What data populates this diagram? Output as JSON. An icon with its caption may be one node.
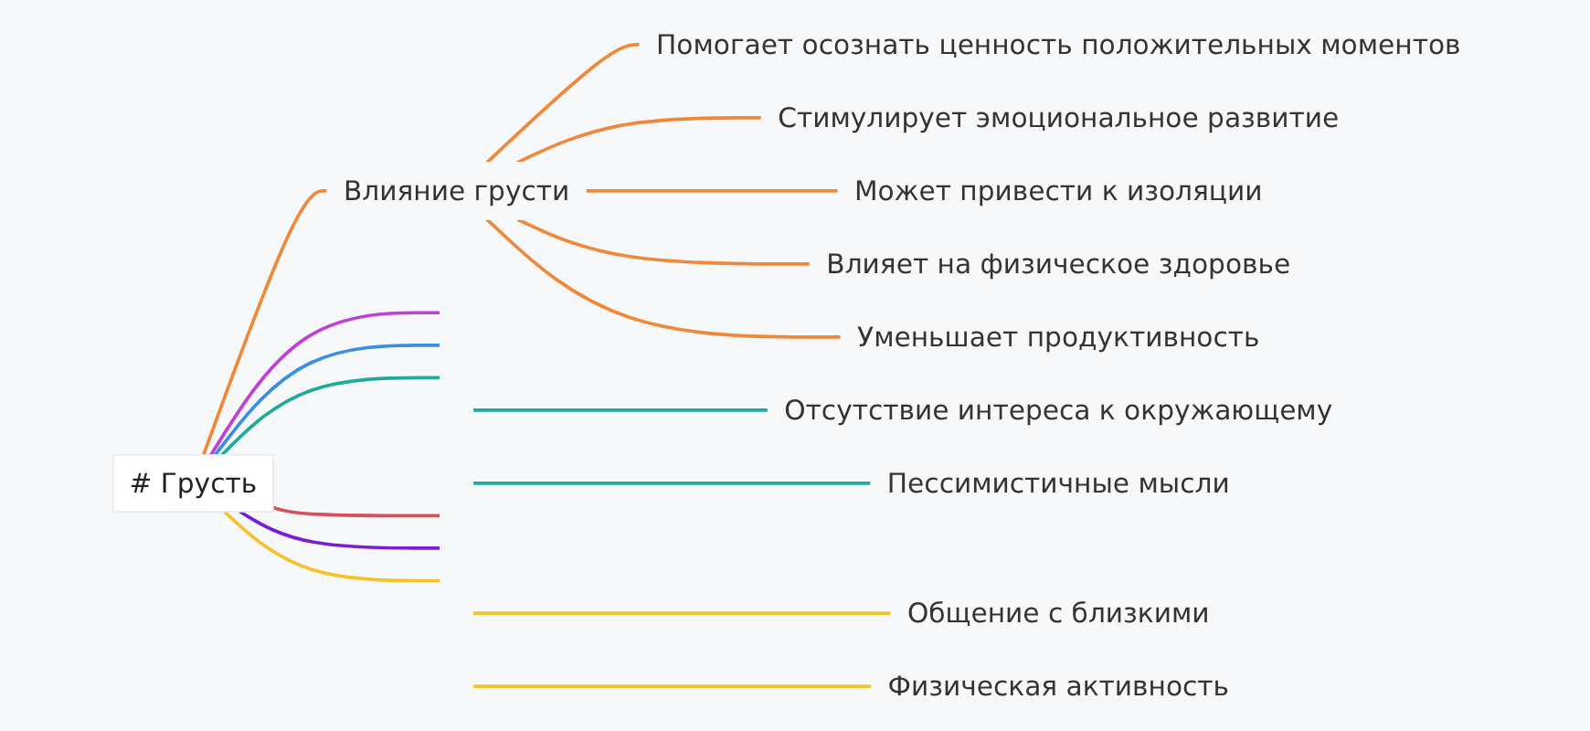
{
  "diagram": {
    "nodes": [
      {
        "text": [
          "# Грусть"
        ]
      },
      {
        "text": [
          "Влияние грусти"
        ]
      },
      {
        "text": [
          "Помогает осознать ценность положительных моментов"
        ]
      },
      {
        "text": [
          "Стимулирует эмоциональное развитие"
        ]
      },
      {
        "text": [
          "Может привести к изоляции"
        ]
      },
      {
        "text": [
          "Влияет на физическое здоровье"
        ]
      },
      {
        "text": [
          "Уменьшает продуктивность"
        ]
      },
      {
        "text": [
          "Отсутствие интереса к окружающему"
        ]
      },
      {
        "text": [
          "Пессимистичные мысли"
        ]
      },
      {
        "text": [
          "Общение с близкими"
        ]
      },
      {
        "text": [
          "Физическая активность"
        ]
      }
    ],
    "edges": [
      {
        "from": 0,
        "to": 1,
        "arrow": "none"
      },
      {
        "from": 1,
        "to": 2,
        "arrow": "none"
      },
      {
        "from": 1,
        "to": 3,
        "arrow": "none"
      },
      {
        "from": 1,
        "to": 4,
        "arrow": "none"
      },
      {
        "from": 1,
        "to": 5,
        "arrow": "none"
      },
      {
        "from": 1,
        "to": 6,
        "arrow": "none"
      },
      {
        "from": 0,
        "to": null,
        "arrow": "none",
        "color": "#c03fd6"
      },
      {
        "from": 0,
        "to": null,
        "arrow": "none",
        "color": "#3a8fe0"
      },
      {
        "from": 0,
        "to": null,
        "arrow": "none",
        "color": "#1fab9a"
      },
      {
        "from": null,
        "to": 7,
        "arrow": "none",
        "color": "#1fab9a"
      },
      {
        "from": null,
        "to": 8,
        "arrow": "none",
        "color": "#1fab9a"
      },
      {
        "from": 0,
        "to": null,
        "arrow": "none",
        "color": "#d94f5c"
      },
      {
        "from": 0,
        "to": null,
        "arrow": "none",
        "color": "#7a1fd0"
      },
      {
        "from": 0,
        "to": null,
        "arrow": "none",
        "color": "#f5c22a"
      },
      {
        "from": null,
        "to": 9,
        "arrow": "none",
        "color": "#f5c22a"
      },
      {
        "from": null,
        "to": 10,
        "arrow": "none",
        "color": "#f5c22a"
      }
    ]
  }
}
